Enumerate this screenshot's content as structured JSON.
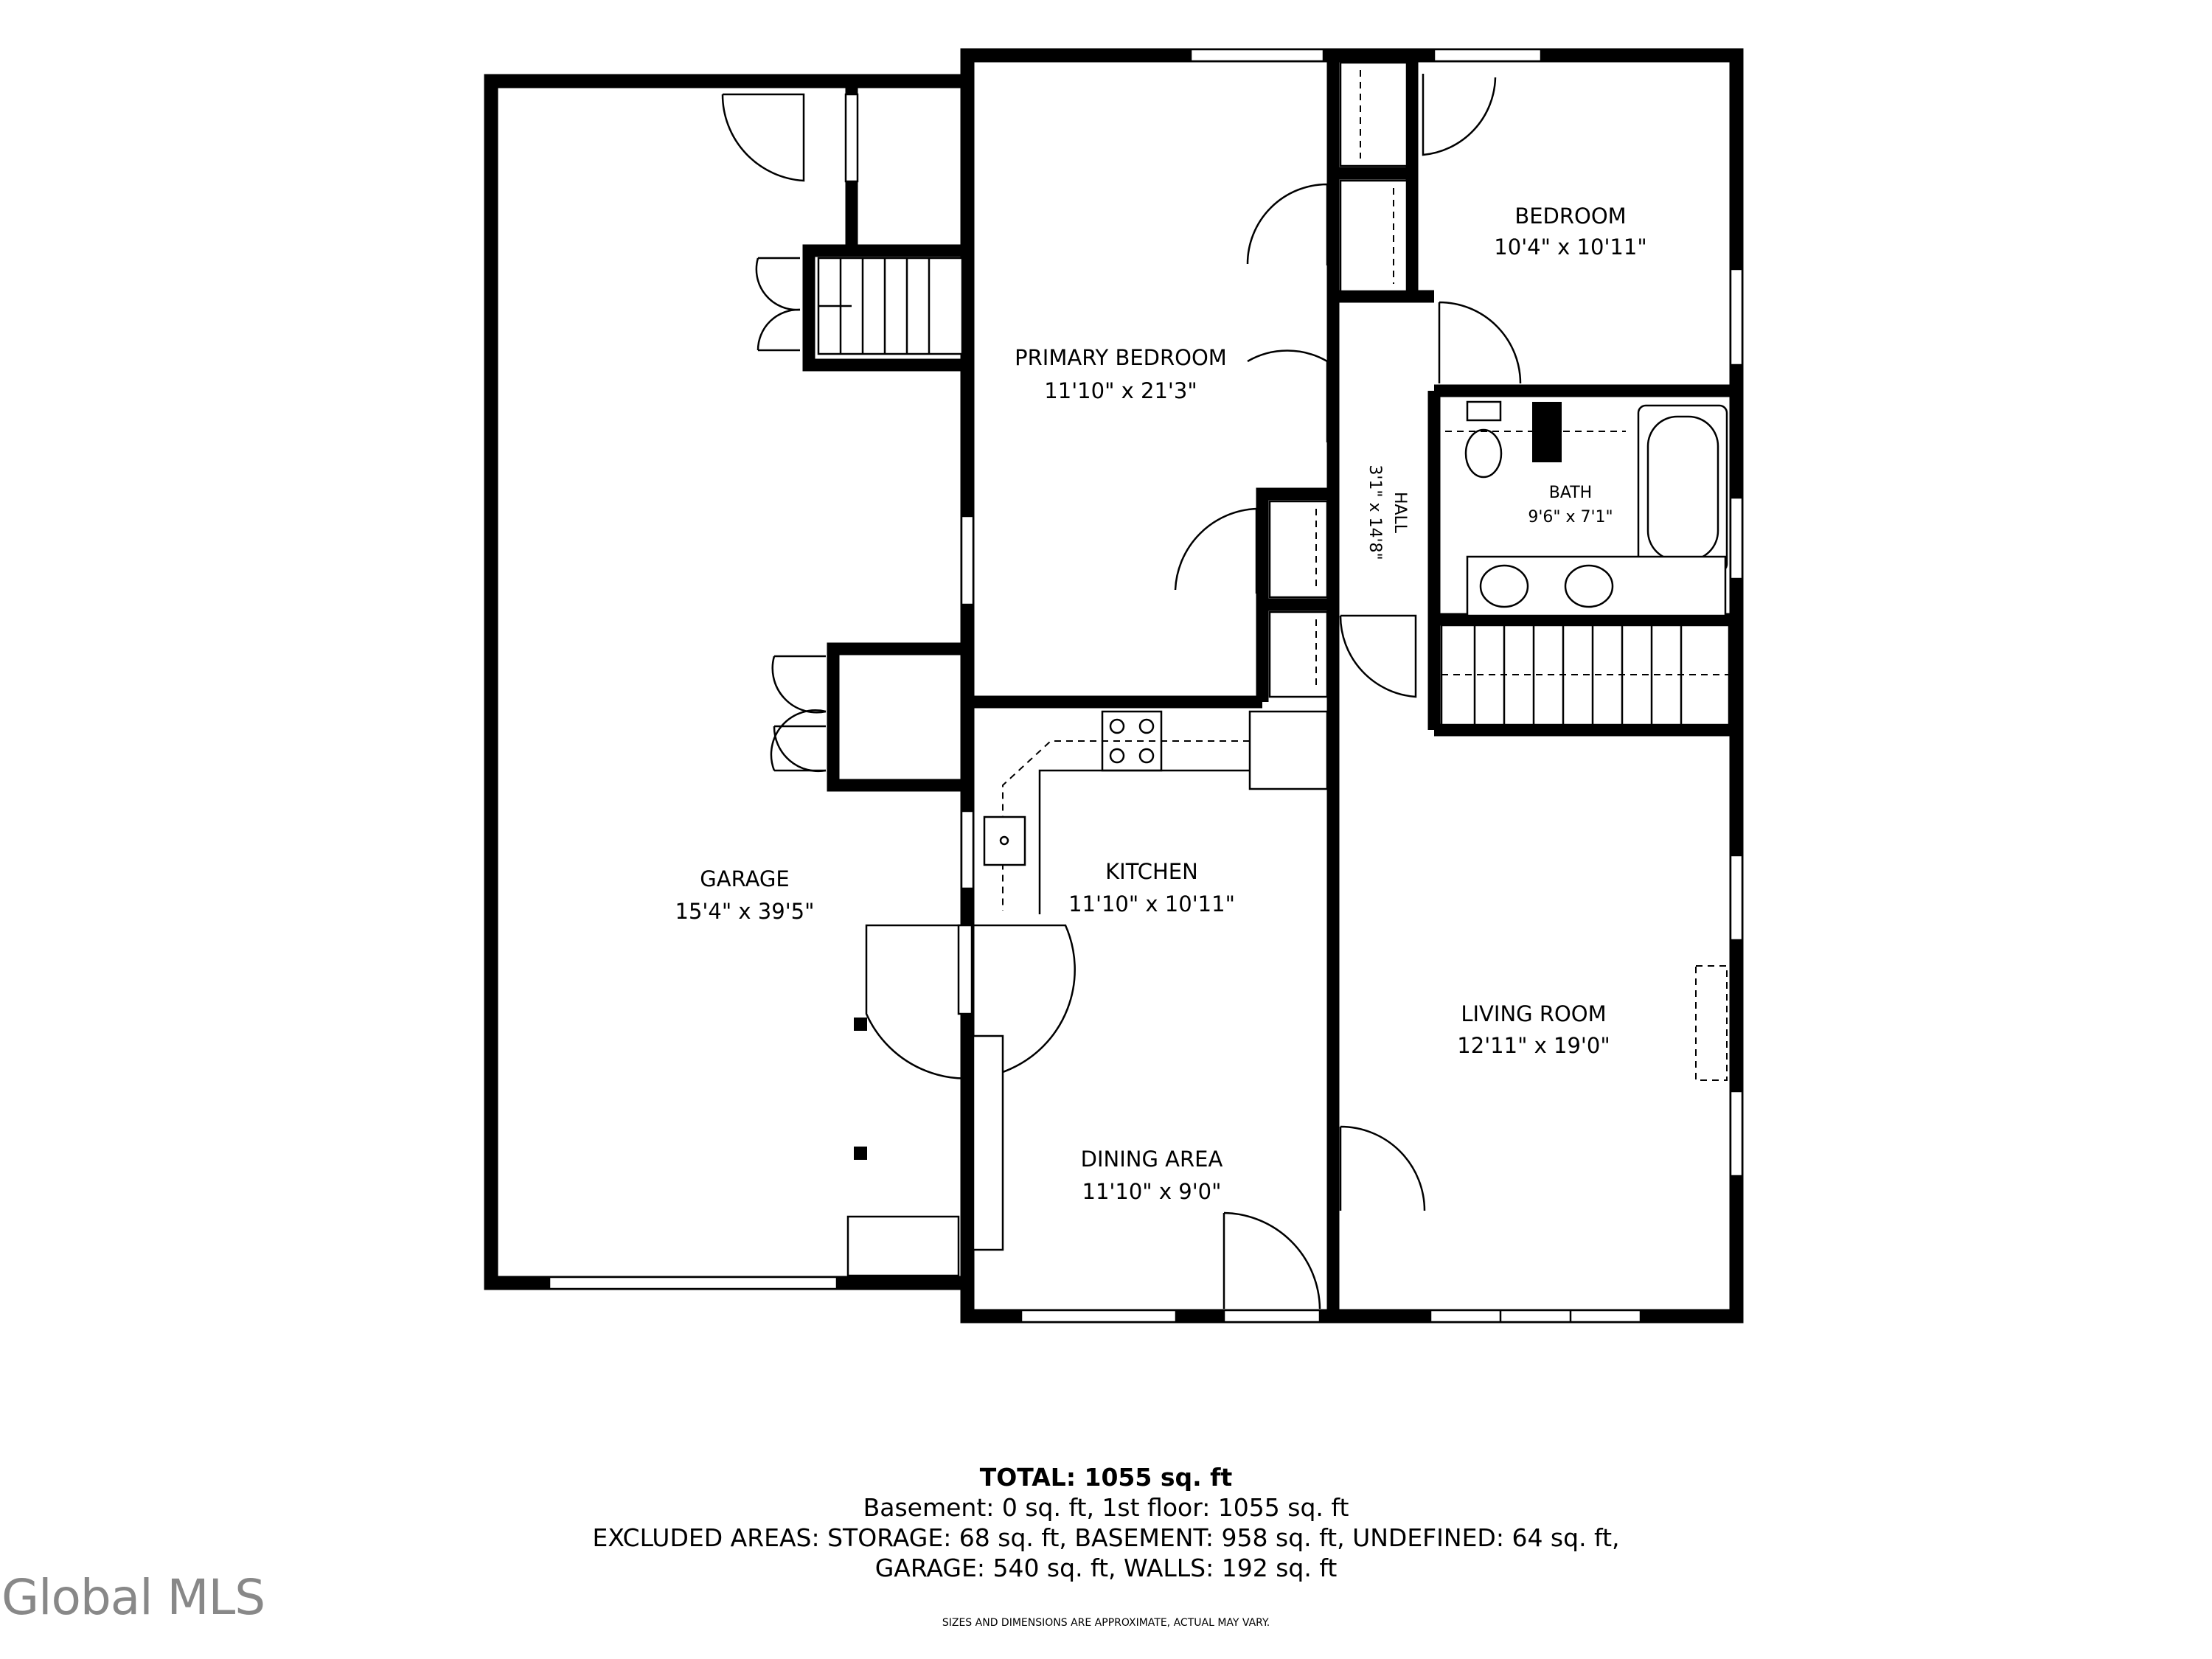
{
  "rooms": {
    "garage": {
      "name": "GARAGE",
      "dims": "15'4\" x 39'5\""
    },
    "primary_bedroom": {
      "name": "PRIMARY BEDROOM",
      "dims": "11'10\" x 21'3\""
    },
    "bedroom": {
      "name": "BEDROOM",
      "dims": "10'4\" x 10'11\""
    },
    "bath": {
      "name": "BATH",
      "dims": "9'6\" x 7'1\""
    },
    "hall": {
      "name": "HALL",
      "dims": "3'1\" x 14'8\""
    },
    "kitchen": {
      "name": "KITCHEN",
      "dims": "11'10\" x 10'11\""
    },
    "dining": {
      "name": "DINING AREA",
      "dims": "11'10\" x 9'0\""
    },
    "living": {
      "name": "LIVING ROOM",
      "dims": "12'11\" x 19'0\""
    }
  },
  "summary": {
    "total": "TOTAL: 1055 sq. ft",
    "line1": "Basement: 0 sq. ft, 1st floor: 1055 sq. ft",
    "line2": "EXCLUDED AREAS: STORAGE: 68 sq. ft, BASEMENT: 958 sq. ft, UNDEFINED: 64 sq. ft,",
    "line3": "GARAGE: 540 sq. ft, WALLS: 192 sq. ft"
  },
  "disclaimer": "SIZES AND DIMENSIONS ARE APPROXIMATE, ACTUAL MAY VARY.",
  "brand": "Global MLS"
}
